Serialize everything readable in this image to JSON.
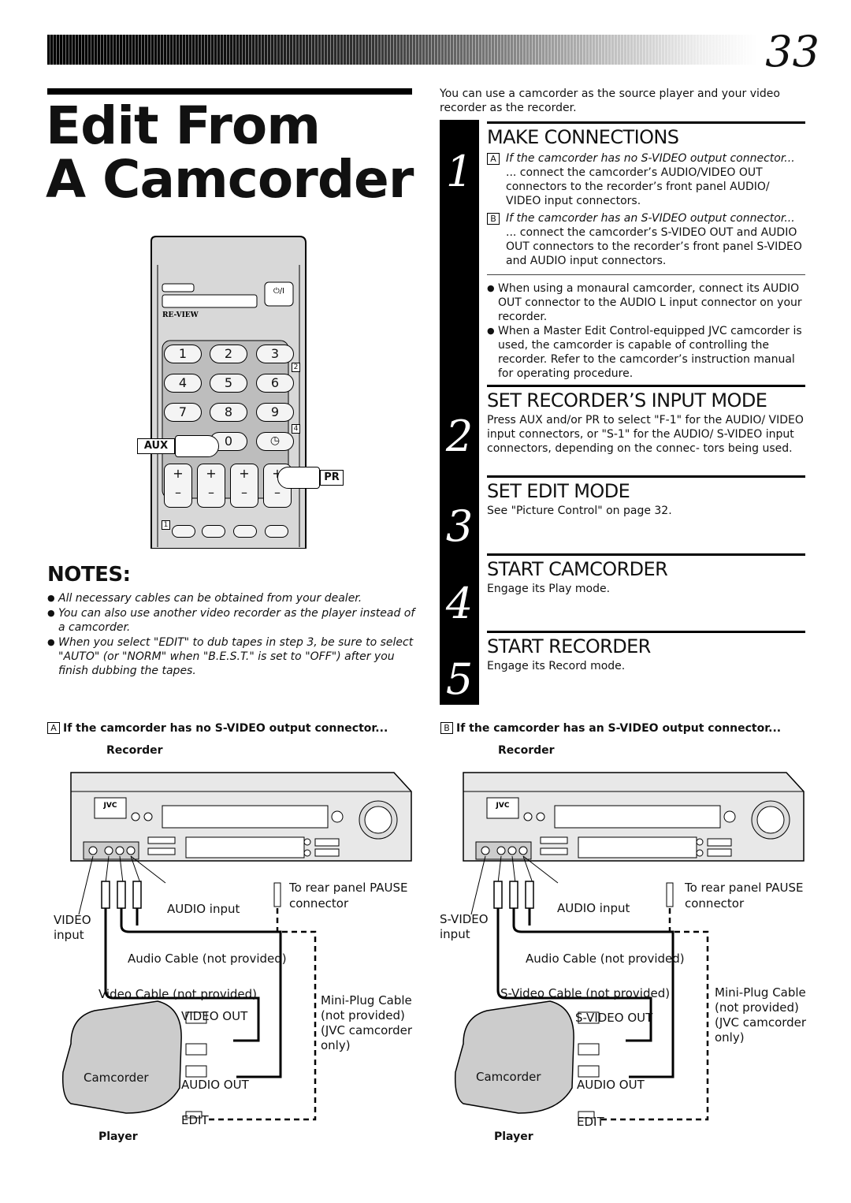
{
  "page": {
    "number": "33"
  },
  "title": {
    "line1": "Edit From",
    "line2": "A Camcorder"
  },
  "intro": "You can use a camcorder as the source player and your video recorder as the recorder.",
  "remote": {
    "aux_label": "AUX",
    "pr_label": "PR",
    "review_label": "RE-VIEW",
    "keys": [
      "1",
      "2",
      "3",
      "4",
      "5",
      "6",
      "7",
      "8",
      "9",
      "0"
    ],
    "small_box_labels": [
      "2",
      "4",
      "1"
    ]
  },
  "notes": {
    "title": "NOTES:",
    "items": [
      "All necessary cables can be obtained from your dealer.",
      "You can also use another video recorder as the player instead of a camcorder.",
      "When you select \"EDIT\" to dub tapes in step 3, be sure to select \"AUTO\" (or \"NORM\" when \"B.E.S.T.\" is set to \"OFF\") after you finish dubbing the tapes."
    ]
  },
  "steps": [
    {
      "number": "1",
      "title": "MAKE CONNECTIONS",
      "a_box": "A",
      "a_cond": "If the camcorder has no S-VIDEO output connector...",
      "a_text": "... connect the camcorder’s AUDIO/VIDEO OUT connectors to the recorder’s front panel AUDIO/ VIDEO input connectors.",
      "b_box": "B",
      "b_cond": "If the camcorder has an S-VIDEO output connector...",
      "b_text": "... connect the camcorder’s S-VIDEO OUT and AUDIO OUT connectors to the recorder’s front panel S-VIDEO and AUDIO input connectors.",
      "bullets": [
        "When using a monaural camcorder, connect its AUDIO OUT connector to the AUDIO L input connector on your recorder.",
        "When a Master Edit Control-equipped JVC camcorder is used, the camcorder is capable of controlling the recorder. Refer to the camcorder’s instruction manual for operating procedure."
      ]
    },
    {
      "number": "2",
      "title": "SET RECORDER’S INPUT MODE",
      "text": "Press AUX and/or PR to select \"F-1\" for the AUDIO/ VIDEO input connectors, or \"S-1\" for the AUDIO/ S-VIDEO input connectors, depending on the connec- tors being used."
    },
    {
      "number": "3",
      "title": "SET EDIT MODE",
      "text": "See \"Picture Control\" on page 32."
    },
    {
      "number": "4",
      "title": "START CAMCORDER",
      "text": "Engage its Play mode."
    },
    {
      "number": "5",
      "title": "START RECORDER",
      "text": "Engage its Record mode."
    }
  ],
  "diagram_a": {
    "box": "A",
    "caption": "If the camcorder has no S-VIDEO output connector...",
    "recorder": "Recorder",
    "brand": "JVC",
    "video_input": "VIDEO",
    "input": "input",
    "audio_input": "AUDIO input",
    "pause_line1": "To rear panel PAUSE",
    "pause_line2": "connector",
    "audio_cable": "Audio Cable (not provided)",
    "video_cable": "Video Cable (not provided)",
    "video_out": "VIDEO OUT",
    "mini_plug": [
      "Mini-Plug Cable",
      "(not provided)",
      "(JVC camcorder",
      "only)"
    ],
    "camcorder": "Camcorder",
    "audio_out": "AUDIO OUT",
    "edit": "EDIT",
    "player": "Player"
  },
  "diagram_b": {
    "box": "B",
    "caption": "If the camcorder has an S-VIDEO output connector...",
    "recorder": "Recorder",
    "brand": "JVC",
    "video_input": "S-VIDEO",
    "input": "input",
    "audio_input": "AUDIO input",
    "pause_line1": "To rear panel PAUSE",
    "pause_line2": "connector",
    "audio_cable": "Audio Cable (not provided)",
    "video_cable": "S-Video Cable (not provided)",
    "video_out": "S-VIDEO OUT",
    "mini_plug": [
      "Mini-Plug Cable",
      "(not provided)",
      "(JVC camcorder",
      "only)"
    ],
    "camcorder": "Camcorder",
    "audio_out": "AUDIO OUT",
    "edit": "EDIT",
    "player": "Player"
  }
}
